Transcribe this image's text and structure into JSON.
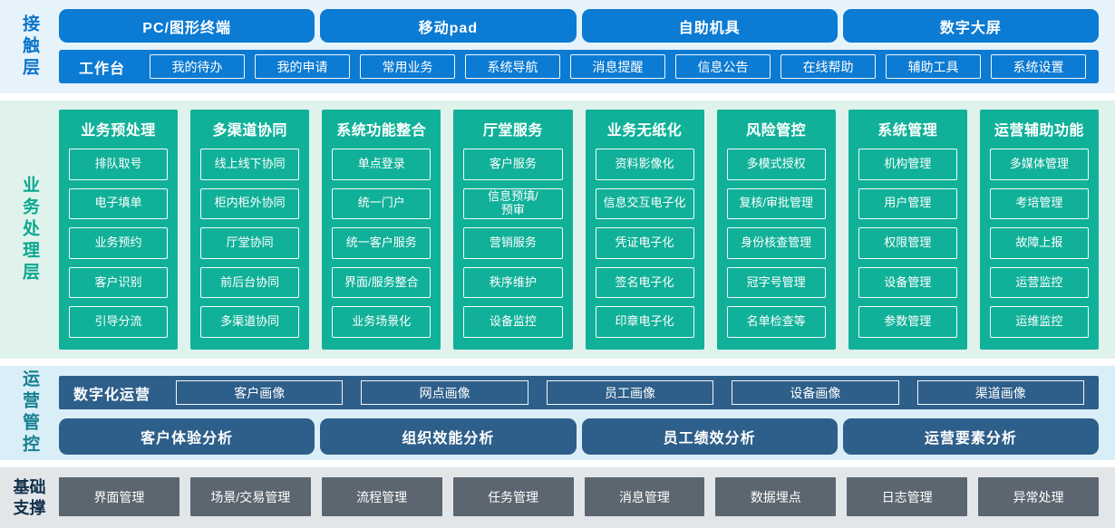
{
  "colors": {
    "contact_blue": "#0c7bd3",
    "contact_bg": "#e7f3fb",
    "business_green": "#11b199",
    "business_bg": "#dff2ec",
    "business_label": "#0ca88e",
    "ops_steel_blue": "#2e5f8a",
    "ops_bg": "#daeef8",
    "ops_label": "#15808f",
    "foundation_slate": "#5b6670",
    "foundation_bg": "#e3e6e9",
    "foundation_label": "#12304a",
    "box_border": "#ffffff"
  },
  "contact": {
    "layer_label": "接触层",
    "terminals": [
      "PC/图形终端",
      "移动pad",
      "自助机具",
      "数字大屏"
    ],
    "workbench": {
      "label": "工作台",
      "items": [
        "我的待办",
        "我的申请",
        "常用业务",
        "系统导航",
        "消息提醒",
        "信息公告",
        "在线帮助",
        "辅助工具",
        "系统设置"
      ]
    }
  },
  "business": {
    "layer_label": "业务处理层",
    "columns": [
      {
        "title": "业务预处理",
        "items": [
          "排队取号",
          "电子填单",
          "业务预约",
          "客户识别",
          "引导分流"
        ]
      },
      {
        "title": "多渠道协同",
        "items": [
          "线上线下协同",
          "柜内柜外协同",
          "厅堂协同",
          "前后台协同",
          "多渠道协同"
        ]
      },
      {
        "title": "系统功能整合",
        "items": [
          "单点登录",
          "统一门户",
          "统一客户服务",
          "界面/服务整合",
          "业务场景化"
        ]
      },
      {
        "title": "厅堂服务",
        "items": [
          "客户服务",
          "信息预填/\n预审",
          "营销服务",
          "秩序维护",
          "设备监控"
        ]
      },
      {
        "title": "业务无纸化",
        "items": [
          "资料影像化",
          "信息交互电子化",
          "凭证电子化",
          "签名电子化",
          "印章电子化"
        ]
      },
      {
        "title": "风险管控",
        "items": [
          "多模式授权",
          "复核/审批管理",
          "身份核查管理",
          "冠字号管理",
          "名单检查等"
        ]
      },
      {
        "title": "系统管理",
        "items": [
          "机构管理",
          "用户管理",
          "权限管理",
          "设备管理",
          "参数管理"
        ]
      },
      {
        "title": "运营辅助功能",
        "items": [
          "多媒体管理",
          "考培管理",
          "故障上报",
          "运营监控",
          "运维监控"
        ]
      }
    ]
  },
  "operations": {
    "layer_label": "运营管控",
    "digital": {
      "label": "数字化运营",
      "items": [
        "客户画像",
        "网点画像",
        "员工画像",
        "设备画像",
        "渠道画像"
      ]
    },
    "analysis": [
      "客户体验分析",
      "组织效能分析",
      "员工绩效分析",
      "运营要素分析"
    ]
  },
  "foundation": {
    "layer_label": "基础支撑",
    "items": [
      "界面管理",
      "场景/交易管理",
      "流程管理",
      "任务管理",
      "消息管理",
      "数据埋点",
      "日志管理",
      "异常处理"
    ]
  }
}
